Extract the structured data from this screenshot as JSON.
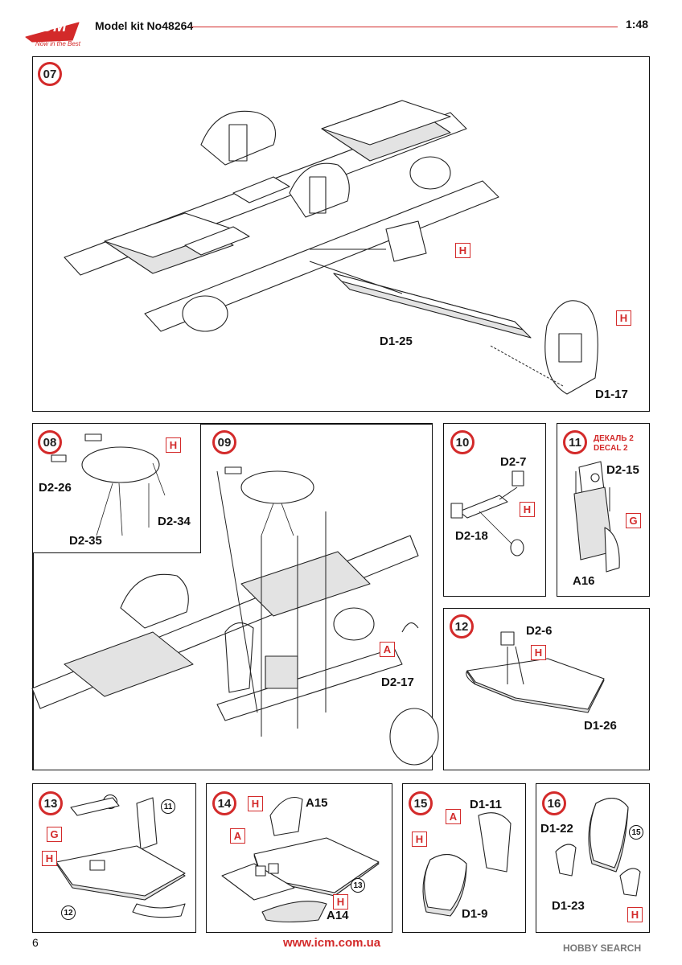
{
  "header": {
    "logo_text": "ICM",
    "logo_tagline": "Now in the Best",
    "model_kit": "Model kit No48264",
    "scale": "1:48",
    "accent_color": "#d32a2a"
  },
  "footer": {
    "page_number": "6",
    "website": "www.icm.com.ua",
    "watermark": "HOBBY SEARCH"
  },
  "steps": {
    "s07": {
      "number": "07",
      "labels": {
        "d1_25": "D1-25",
        "d1_17": "D1-17"
      },
      "tags": {
        "h1": "H",
        "h2": "H"
      }
    },
    "s08": {
      "number": "08",
      "labels": {
        "d2_26": "D2-26",
        "d2_34": "D2-34",
        "d2_35": "D2-35"
      },
      "tags": {
        "h": "H"
      }
    },
    "s09": {
      "number": "09",
      "labels": {
        "d2_17": "D2-17"
      },
      "tags": {
        "a": "A"
      }
    },
    "s10": {
      "number": "10",
      "labels": {
        "d2_7": "D2-7",
        "d2_18": "D2-18"
      },
      "tags": {
        "h": "H"
      }
    },
    "s11": {
      "number": "11",
      "decal_ru": "ДЕКАЛЬ 2",
      "decal_en": "DECAL 2",
      "labels": {
        "d2_15": "D2-15",
        "a16": "A16"
      },
      "tags": {
        "g": "G"
      }
    },
    "s12": {
      "number": "12",
      "labels": {
        "d2_6": "D2-6",
        "d1_26": "D1-26"
      },
      "tags": {
        "h": "H"
      }
    },
    "s13": {
      "number": "13",
      "refs": {
        "r10": "10",
        "r11": "11",
        "r12": "12"
      },
      "tags": {
        "g": "G",
        "h": "H"
      }
    },
    "s14": {
      "number": "14",
      "labels": {
        "a15": "A15",
        "a14": "A14"
      },
      "refs": {
        "r13": "13"
      },
      "tags": {
        "h1": "H",
        "a": "A",
        "h2": "H"
      }
    },
    "s15": {
      "number": "15",
      "labels": {
        "d1_11": "D1-11",
        "d1_9": "D1-9"
      },
      "tags": {
        "a": "A",
        "h": "H"
      }
    },
    "s16": {
      "number": "16",
      "labels": {
        "d1_22": "D1-22",
        "d1_23": "D1-23"
      },
      "refs": {
        "r15": "15"
      },
      "tags": {
        "h": "H"
      }
    }
  }
}
